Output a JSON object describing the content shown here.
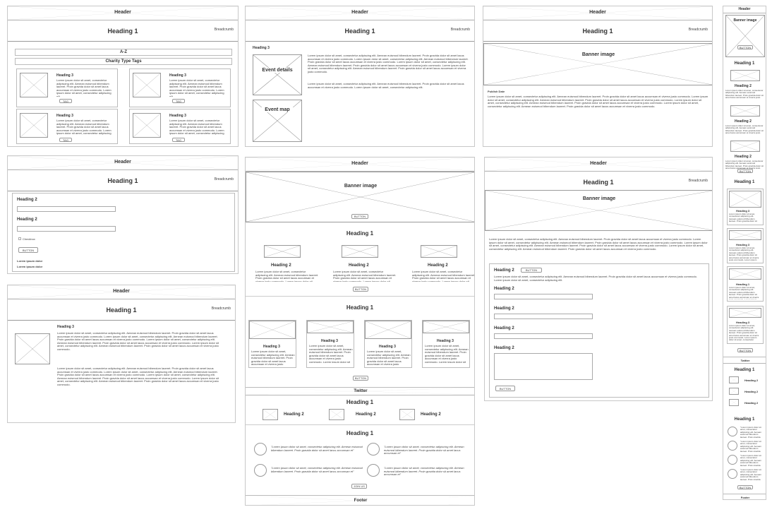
{
  "common": {
    "header": "Header",
    "heading1": "Heading 1",
    "heading2": "Heading 2",
    "heading3": "Heading 3",
    "breadcrumb": "Breadcrumb",
    "banner": "Banner image",
    "button": "BUTTON",
    "tag": "TAG",
    "footer": "Footer",
    "twitter": "Twitter",
    "join": "JOIN US",
    "lorem": "Lorem ipsum dolor sit amet, consectetur adipiscing elit. Aenean euismod bibendum laoreet. Proin gravida dolor sit amet lacus accumsan et viverra justo commodo. Lorem ipsum dolor sit amet, consectetur adipiscing elit.",
    "lorem_long": "Lorem ipsum dolor sit amet, consectetur adipiscing elit. Aenean euismod bibendum laoreet. Proin gravida dolor sit amet lacus accumsan et viverra justo commodo. Lorem ipsum dolor sit amet, consectetur adipiscing elit. Aenean euismod bibendum laoreet. Proin gravida dolor sit amet lacus accumsan et viverra justo commodo. Lorem ipsum dolor sit amet, consectetur adipiscing elit. Aenean euismod bibendum laoreet. Proin gravida dolor sit amet lacus accumsan et viverra justo commodo. Lorem ipsum dolor sit amet, consectetur adipiscing elit. Aenean euismod bibendum laoreet. Proin gravida dolor sit amet lacus accumsan et viverra justo commodo.",
    "quote": "\"Lorem ipsum dolor sit amet, consectetur adipiscing elit. Aenean euismod bibendum laoreet. Proin gravida dolor sit amet lacus accumsan et\""
  },
  "charity": {
    "az": "A-Z",
    "tags_bar": "Charity Type Tags"
  },
  "event": {
    "details": "Event details",
    "map": "Event map"
  },
  "form": {
    "checkbox": "Checkbox",
    "lorem1": "Lorem ipsum dolor",
    "lorem2": "Lorem ipsum dolor"
  },
  "article": {
    "published": "Publish Date"
  }
}
